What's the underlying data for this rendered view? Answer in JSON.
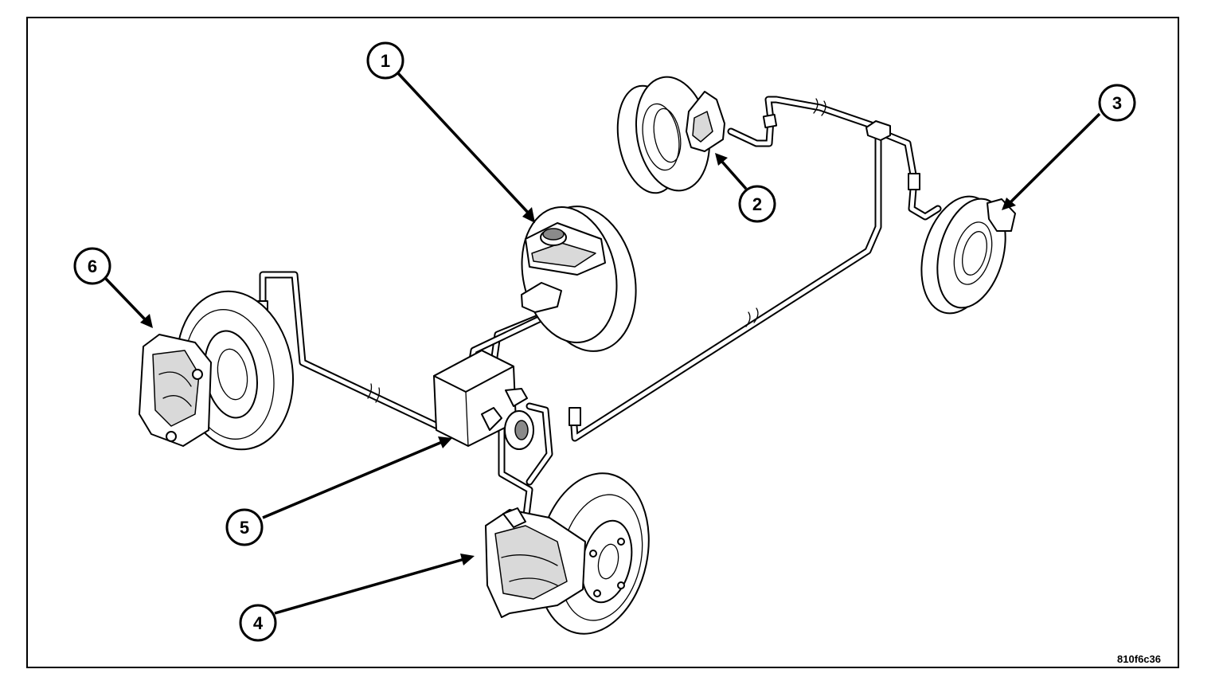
{
  "diagram": {
    "image_code": "810f6c36",
    "callouts": [
      {
        "id": 1,
        "label": "1"
      },
      {
        "id": 2,
        "label": "2"
      },
      {
        "id": 3,
        "label": "3"
      },
      {
        "id": 4,
        "label": "4"
      },
      {
        "id": 5,
        "label": "5"
      },
      {
        "id": 6,
        "label": "6"
      }
    ]
  }
}
